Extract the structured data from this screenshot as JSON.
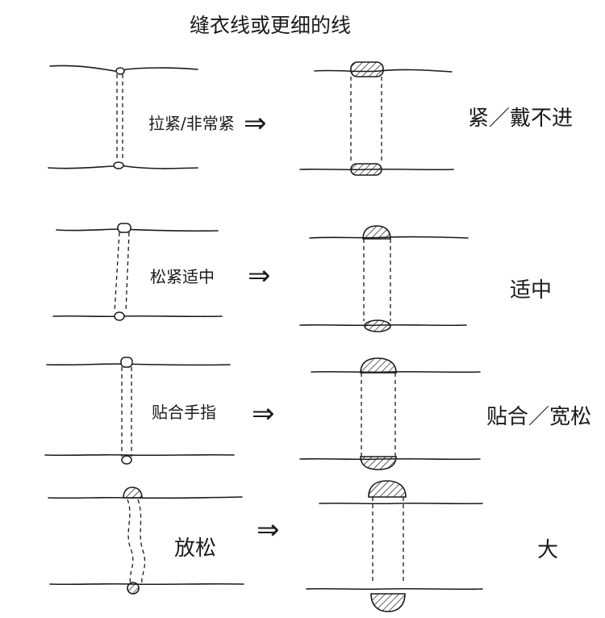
{
  "title": "缝衣线或更细的线",
  "rows": [
    {
      "label": "拉紧/非常紧",
      "result": "紧／戴不进"
    },
    {
      "label": "松紧适中",
      "result": "适中"
    },
    {
      "label": "贴合手指",
      "result": "贴合／宽松"
    },
    {
      "label": "放松",
      "result": "大"
    }
  ],
  "arrow_symbol": "⇒"
}
